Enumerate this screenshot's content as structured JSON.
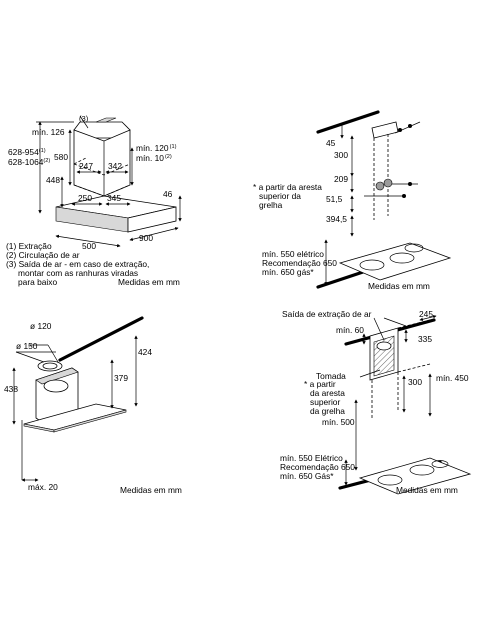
{
  "q1": {
    "dims": {
      "min126": "mín. 126",
      "note3": "(3)",
      "d628_954": "628-954",
      "d628_954_sup": "(1)",
      "d628_1064": "628-1064",
      "d628_1064_sup": "(2)",
      "d580": "580",
      "d247": "247",
      "d342": "342",
      "min120": "mín. 120",
      "min120_sup": "(1)",
      "min10": "mín. 10",
      "min10_sup": "(2)",
      "d448": "448",
      "d250": "250",
      "d345": "345",
      "d46": "46",
      "d500": "500",
      "d900": "900"
    },
    "legend": [
      "(1) Extração",
      "(2) Circulação de ar",
      "(3) Saída de ar - em caso de extração,",
      "montar com as ranhuras viradas",
      "para baixo"
    ],
    "units": "Medidas em mm"
  },
  "q2": {
    "dims": {
      "d45": "45",
      "d300": "300",
      "d209": "209",
      "d51_5": "51,5",
      "d394_5": "394,5"
    },
    "note": [
      "* a partir da aresta",
      "superior da",
      "grelha"
    ],
    "min": [
      "mín. 550 elétrico",
      "Recomendação 650",
      "mín. 650 gás*"
    ],
    "units": "Medidas em mm"
  },
  "q3": {
    "dims": {
      "d120": "ø 120",
      "d150": "ø 150",
      "d424": "424",
      "d438": "438",
      "d379": "379",
      "max20": "máx. 20"
    },
    "units": "Medidas em mm"
  },
  "q4": {
    "title": "Saída de extração de ar",
    "dims": {
      "min60": "mín. 60",
      "d245": "245",
      "d335": "335",
      "d300": "300",
      "min450": "mín. 450",
      "min500": "mín. 500"
    },
    "tomada": "Tomada",
    "note": [
      "* a partir",
      "da aresta",
      "superior",
      "da grelha"
    ],
    "min": [
      "mín. 550 Elétrico",
      "Recomendação 650",
      "mín. 650 Gás*"
    ],
    "units": "Medidas em mm"
  }
}
